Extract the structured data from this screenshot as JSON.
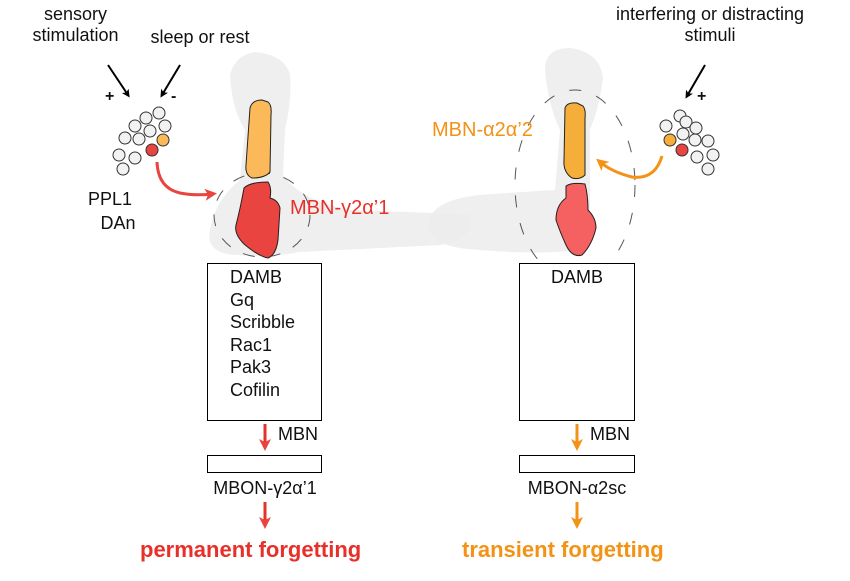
{
  "colors": {
    "red": "#e8302a",
    "orange": "#f39214",
    "red_fill": "#ea4440",
    "orange_fill": "#fbb959",
    "grey_bg": "#ececec",
    "neuron_fill": "#f2f2f2"
  },
  "left": {
    "input_labels": {
      "sensory_stimulation": "sensory\nstimulation",
      "sleep_or_rest": "sleep or rest"
    },
    "signs": {
      "plus": "+",
      "minus": "-"
    },
    "dan_label_line1": "PPL1",
    "dan_label_line2": "DAn",
    "mbn_label": "MBN-γ2α’1",
    "genes": [
      "DAMB",
      "Gq",
      "Scribble",
      "Rac1",
      "Pak3",
      "Cofilin"
    ],
    "arrow_label": "MBN",
    "mbon_label": "MBON-γ2α’1",
    "outcome": "permanent forgetting"
  },
  "right": {
    "input_label": "interfering or distracting\nstimuli",
    "signs": {
      "plus": "+"
    },
    "mbn_label": "MBN-α2α’2",
    "genes": [
      "DAMB"
    ],
    "arrow_label": "MBN",
    "mbon_label": "MBON-α2sc",
    "outcome": "transient forgetting"
  }
}
